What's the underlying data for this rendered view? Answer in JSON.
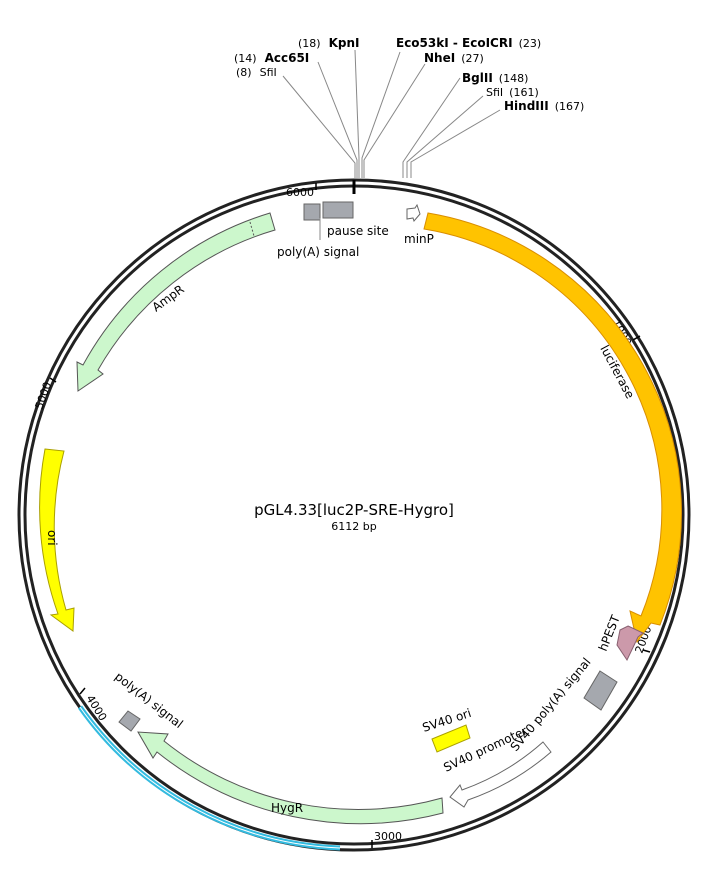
{
  "map": {
    "name": "pGL4.33[luc2P-SRE-Hygro]",
    "length_label": "6112 bp",
    "total_bp": 6112
  },
  "colors": {
    "backbone": "#222222",
    "luciferase": "#ffc300",
    "hpest": "#cc99aa",
    "ampr": "#ccf7cc",
    "hygr": "#ccf7cc",
    "ori": "#ffff00",
    "grey_box": "#a5a8ae",
    "cyan_region": "#33bbe0"
  },
  "sites": [
    {
      "name": "SfiI",
      "pos": "(8)",
      "bold": false
    },
    {
      "name": "Acc65I",
      "pos": "(14)",
      "bold": true
    },
    {
      "name": "KpnI",
      "pos": "(18)",
      "bold": true
    },
    {
      "name": "Eco53kI - EcoICRI",
      "pos": "(23)",
      "bold": true
    },
    {
      "name": "NheI",
      "pos": "(27)",
      "bold": true
    },
    {
      "name": "BglII",
      "pos": "(148)",
      "bold": true
    },
    {
      "name": "SfiI",
      "pos": "(161)",
      "bold": false
    },
    {
      "name": "HindIII",
      "pos": "(167)",
      "bold": true
    }
  ],
  "ticks": [
    {
      "label": "1000",
      "bp": 1000
    },
    {
      "label": "2000",
      "bp": 2000
    },
    {
      "label": "3000",
      "bp": 3000
    },
    {
      "label": "4000",
      "bp": 4000
    },
    {
      "label": "5000",
      "bp": 5000
    },
    {
      "label": "6000",
      "bp": 6000
    }
  ],
  "features": {
    "pause_site": "pause site",
    "polya_signal_top": "poly(A) signal",
    "minp": "minP",
    "ampr": "AmpR",
    "luciferase": "luciferase",
    "hpest": "hPEST",
    "sv40_polya": "SV40 poly(A) signal",
    "sv40_ori": "SV40 ori",
    "sv40_promoter": "SV40 promoter",
    "hygr": "HygR",
    "polya_signal_left": "poly(A) signal",
    "ori": "ori"
  }
}
